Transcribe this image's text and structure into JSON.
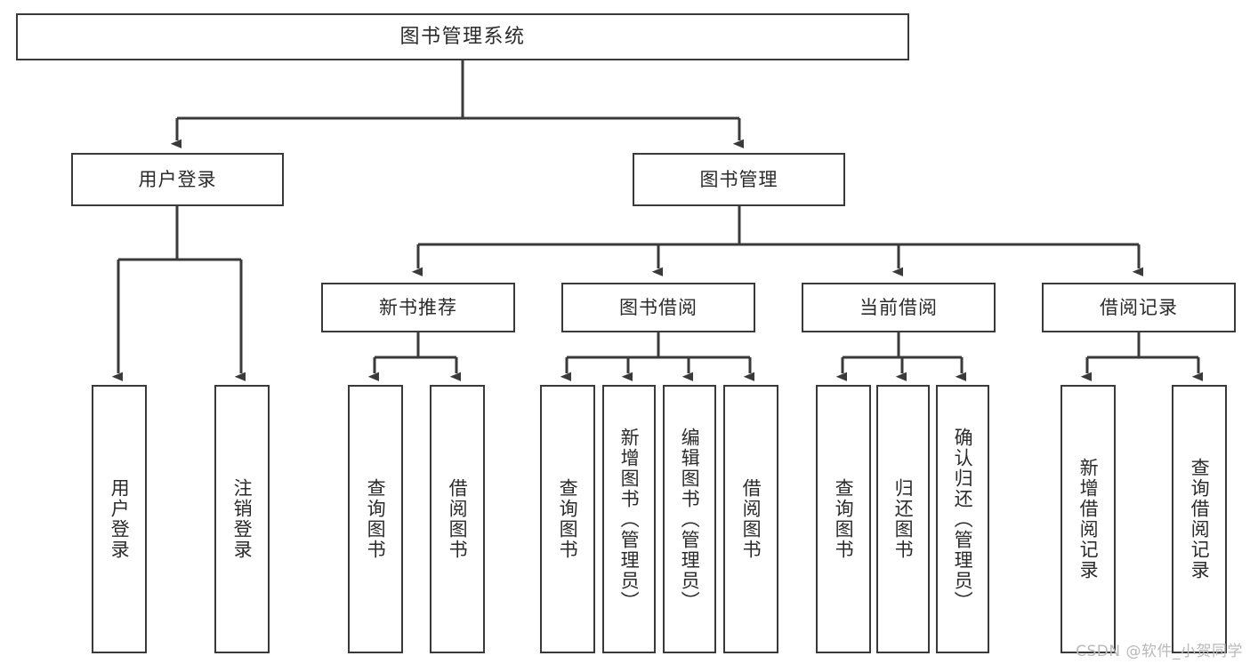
{
  "diagram": {
    "title": "图书管理系统",
    "type": "tree",
    "levels": 4,
    "root": {
      "id": "root",
      "label": "图书管理系统"
    },
    "level2": [
      {
        "id": "user-login",
        "label": "用户登录"
      },
      {
        "id": "book-manage",
        "label": "图书管理"
      }
    ],
    "level3": [
      {
        "id": "new-book-rec",
        "label": "新书推荐",
        "parent": "book-manage"
      },
      {
        "id": "book-borrow",
        "label": "图书借阅",
        "parent": "book-manage"
      },
      {
        "id": "current-borrow",
        "label": "当前借阅",
        "parent": "book-manage"
      },
      {
        "id": "borrow-record",
        "label": "借阅记录",
        "parent": "book-manage"
      }
    ],
    "leaves": [
      {
        "id": "leaf-user-login",
        "label": "用户登录",
        "parent": "user-login"
      },
      {
        "id": "leaf-user-logout",
        "label": "注销登录",
        "parent": "user-login"
      },
      {
        "id": "leaf-query-book-1",
        "label": "查询图书",
        "parent": "new-book-rec"
      },
      {
        "id": "leaf-borrow-book-1",
        "label": "借阅图书",
        "parent": "new-book-rec"
      },
      {
        "id": "leaf-query-book-2",
        "label": "查询图书",
        "parent": "book-borrow"
      },
      {
        "id": "leaf-add-book",
        "label": "新增图书（管理员）",
        "parent": "book-borrow"
      },
      {
        "id": "leaf-edit-book",
        "label": "编辑图书（管理员）",
        "parent": "book-borrow"
      },
      {
        "id": "leaf-borrow-book-2",
        "label": "借阅图书",
        "parent": "book-borrow"
      },
      {
        "id": "leaf-query-book-3",
        "label": "查询图书",
        "parent": "current-borrow"
      },
      {
        "id": "leaf-return-book",
        "label": "归还图书",
        "parent": "current-borrow"
      },
      {
        "id": "leaf-confirm-return",
        "label": "确认归还（管理员）",
        "parent": "current-borrow"
      },
      {
        "id": "leaf-add-record",
        "label": "新增借阅记录",
        "parent": "borrow-record"
      },
      {
        "id": "leaf-query-record",
        "label": "查询借阅记录",
        "parent": "borrow-record"
      }
    ]
  },
  "watermark": {
    "text": "CSDN @软件_小贺同学"
  },
  "colors": {
    "stroke": "#3a3a3a",
    "fill": "#ffffff",
    "text": "#2b2b2b",
    "watermark": "#b9b9b9"
  }
}
